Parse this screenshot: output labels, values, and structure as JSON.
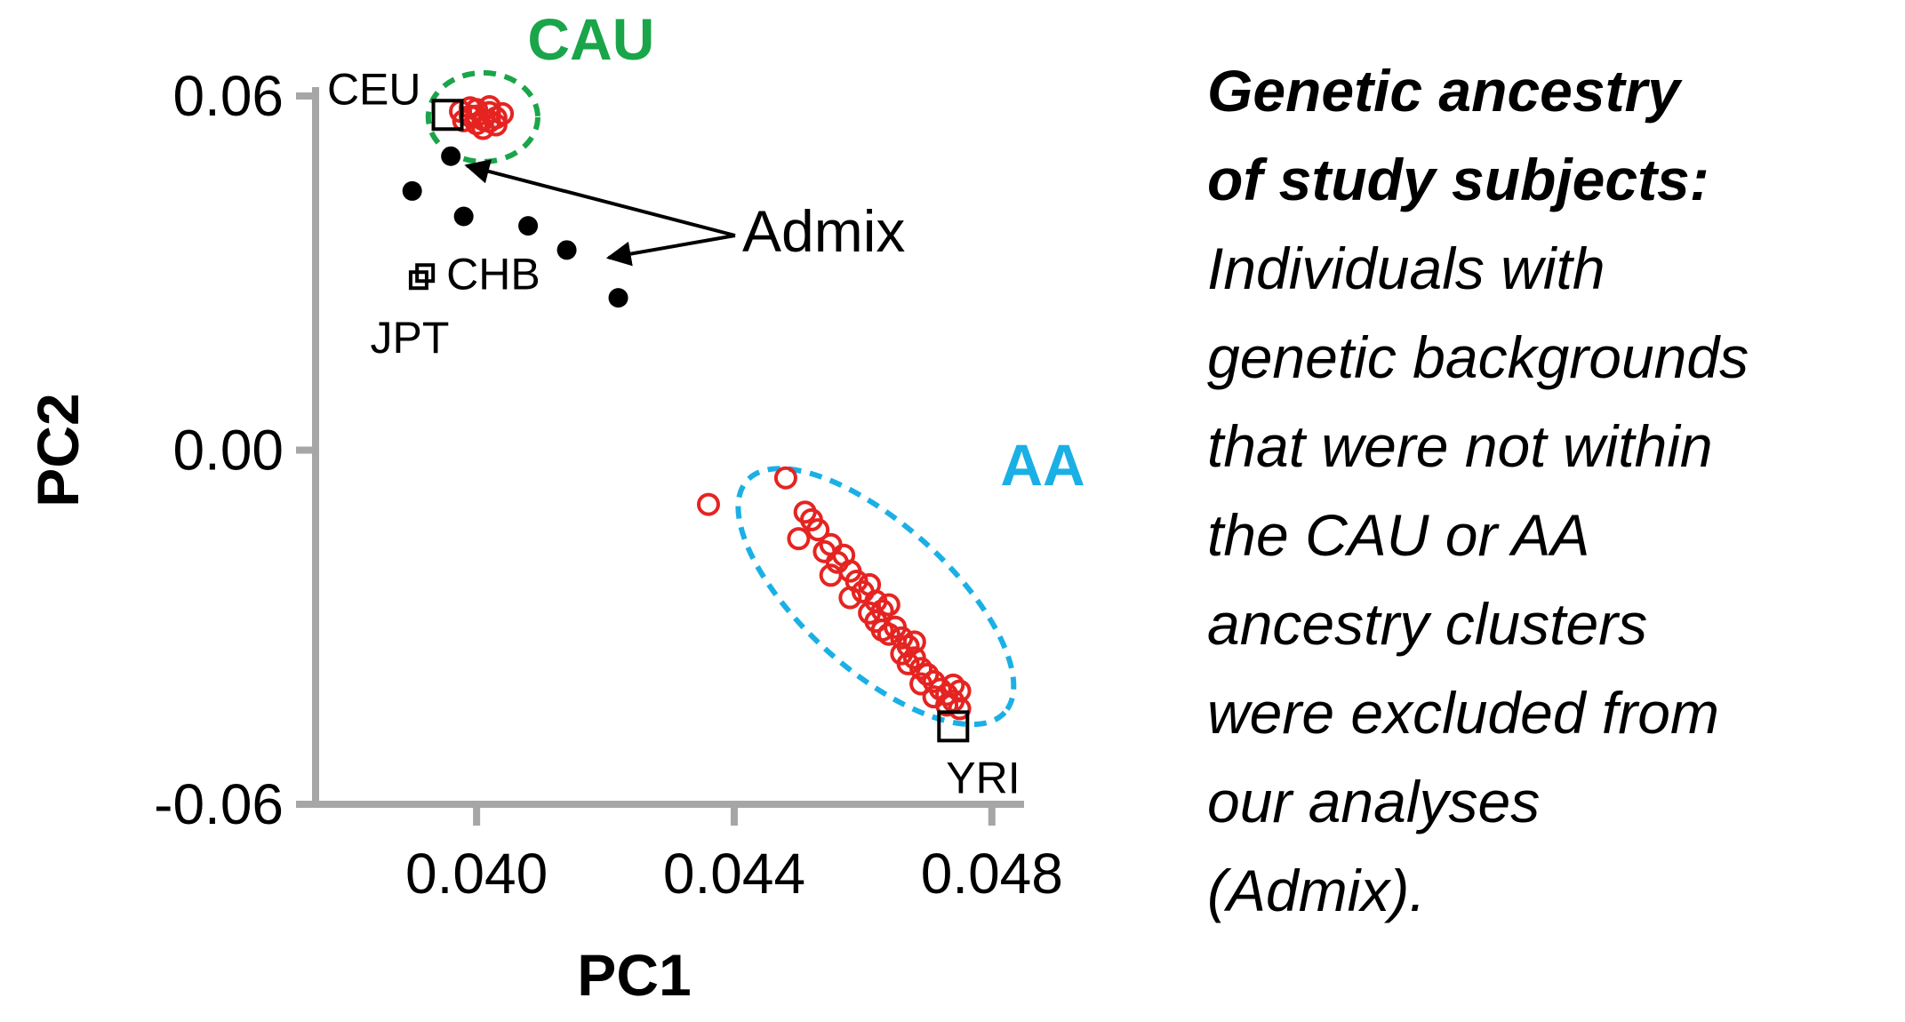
{
  "chart_data": {
    "type": "scatter",
    "xlabel": "PC1",
    "ylabel": "PC2",
    "xlim": [
      0.0375,
      0.0485
    ],
    "ylim": [
      -0.06,
      0.06
    ],
    "xticks": [
      0.04,
      0.044,
      0.048
    ],
    "xtick_labels": [
      "0.040",
      "0.044",
      "0.048"
    ],
    "yticks": [
      0.06,
      0.0,
      -0.06
    ],
    "ytick_labels": [
      "0.06",
      "0.00",
      "-0.06"
    ],
    "grid": false,
    "colors": {
      "subjects": "#e52421",
      "admix": "#000000",
      "axis": "#a6a6a6",
      "cau": "#1aa54a",
      "aa": "#1ab0e6"
    },
    "clusters": [
      {
        "name": "CAU",
        "center": [
          0.0401,
          0.0564
        ],
        "radius": [
          0.00085,
          0.0058
        ],
        "angle": 0
      },
      {
        "name": "AA",
        "center": [
          0.0462,
          -0.0248
        ],
        "radius": [
          0.0054,
          0.013
        ],
        "angle": -42
      }
    ],
    "reference_populations": [
      {
        "label": "CEU",
        "x": 0.03955,
        "y": 0.0568
      },
      {
        "label": "CHB",
        "x": 0.0392,
        "y": 0.03
      },
      {
        "label": "JPT",
        "x": 0.0391,
        "y": 0.0288
      },
      {
        "label": "YRI",
        "x": 0.0474,
        "y": -0.0468
      }
    ],
    "series": [
      {
        "name": "Admix",
        "marker": "filled-circle",
        "points": [
          [
            0.0396,
            0.0498
          ],
          [
            0.039,
            0.0439
          ],
          [
            0.0398,
            0.0396
          ],
          [
            0.0408,
            0.038
          ],
          [
            0.0414,
            0.0339
          ],
          [
            0.0422,
            0.0258
          ]
        ]
      },
      {
        "name": "",
        "marker": "open-circle",
        "points": [
          [
            0.03975,
            0.0574
          ],
          [
            0.0399,
            0.0566
          ],
          [
            0.04,
            0.0577
          ],
          [
            0.0401,
            0.056
          ],
          [
            0.0402,
            0.0572
          ],
          [
            0.0403,
            0.0563
          ],
          [
            0.04,
            0.0553
          ],
          [
            0.0399,
            0.058
          ],
          [
            0.0402,
            0.0582
          ],
          [
            0.0404,
            0.057
          ],
          [
            0.0401,
            0.0545
          ],
          [
            0.0403,
            0.0551
          ],
          [
            0.0398,
            0.0558
          ],
          [
            0.04,
            0.0566
          ],
          [
            0.0402,
            0.0557
          ],
          [
            0.0436,
            -0.0092
          ],
          [
            0.0448,
            -0.0047
          ],
          [
            0.0451,
            -0.0105
          ],
          [
            0.0452,
            -0.0118
          ],
          [
            0.045,
            -0.015
          ],
          [
            0.0453,
            -0.0135
          ],
          [
            0.0454,
            -0.0172
          ],
          [
            0.0455,
            -0.016
          ],
          [
            0.0456,
            -0.019
          ],
          [
            0.0457,
            -0.0178
          ],
          [
            0.0458,
            -0.0205
          ],
          [
            0.0459,
            -0.0222
          ],
          [
            0.046,
            -0.024
          ],
          [
            0.0461,
            -0.0228
          ],
          [
            0.0462,
            -0.0256
          ],
          [
            0.0463,
            -0.0272
          ],
          [
            0.0462,
            -0.029
          ],
          [
            0.0464,
            -0.0262
          ],
          [
            0.0465,
            -0.03
          ],
          [
            0.0466,
            -0.0318
          ],
          [
            0.0464,
            -0.0312
          ],
          [
            0.0467,
            -0.0332
          ],
          [
            0.0468,
            -0.0352
          ],
          [
            0.0469,
            -0.037
          ],
          [
            0.0467,
            -0.0362
          ],
          [
            0.047,
            -0.038
          ],
          [
            0.0471,
            -0.0392
          ],
          [
            0.0472,
            -0.0405
          ],
          [
            0.0473,
            -0.0414
          ],
          [
            0.0474,
            -0.0398
          ],
          [
            0.0474,
            -0.0425
          ],
          [
            0.0475,
            -0.0438
          ],
          [
            0.0473,
            -0.0432
          ],
          [
            0.0475,
            -0.0408
          ],
          [
            0.0471,
            -0.0418
          ],
          [
            0.0461,
            -0.0276
          ],
          [
            0.0466,
            -0.0345
          ],
          [
            0.0458,
            -0.025
          ],
          [
            0.0469,
            -0.0396
          ],
          [
            0.0455,
            -0.0212
          ],
          [
            0.0468,
            -0.0325
          ],
          [
            0.0463,
            -0.0305
          ]
        ]
      }
    ],
    "annotations": [
      {
        "text": "Admix",
        "arrows_to": [
          [
            0.0396,
            0.0488
          ],
          [
            0.0418,
            0.0332
          ]
        ]
      }
    ]
  },
  "caption": {
    "heading_lines": [
      "Genetic ancestry",
      "of study subjects:"
    ],
    "body_lines": [
      "Individuals with",
      "genetic backgrounds",
      "that were not within",
      "the CAU or AA",
      "ancestry clusters",
      "were excluded from",
      "our analyses",
      "(Admix)."
    ]
  }
}
